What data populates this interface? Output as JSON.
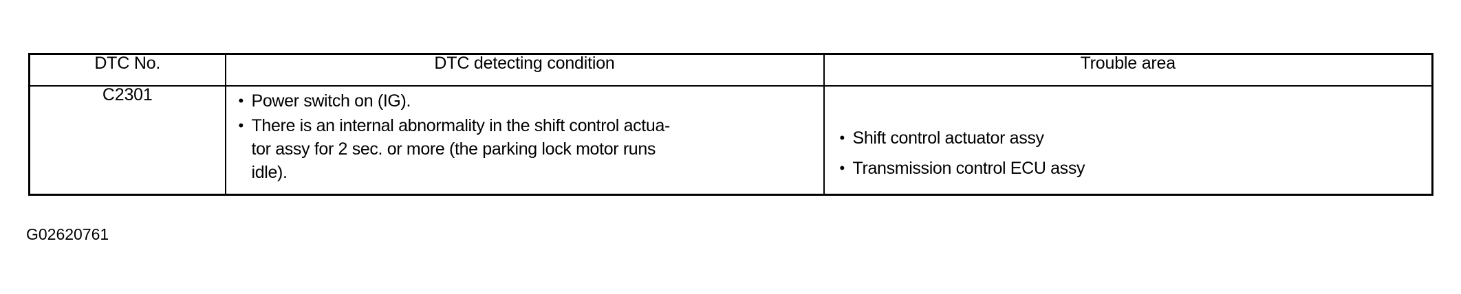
{
  "document": {
    "figure_id": "G02620761"
  },
  "table": {
    "headers": [
      "DTC No.",
      "DTC detecting condition",
      "Trouble area"
    ],
    "rows": [
      {
        "dtc_no": "C2301",
        "detecting_condition": [
          "Power switch on (IG).",
          "There is an internal abnormality in the shift control actua-\ntor assy for 2 sec. or more (the parking lock motor runs\nidle)."
        ],
        "trouble_area": [
          "Shift control actuator assy",
          "Transmission control ECU assy"
        ]
      }
    ]
  }
}
